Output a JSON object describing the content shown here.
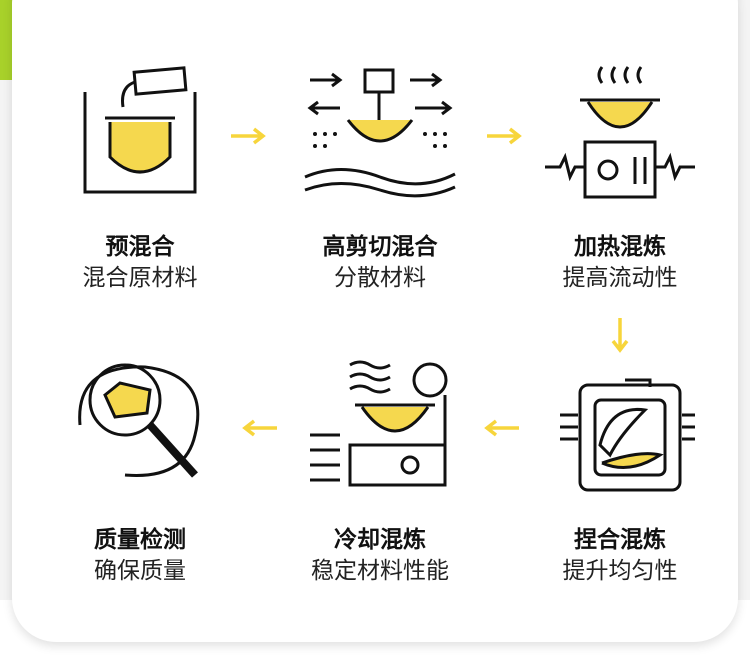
{
  "steps": [
    {
      "title": "预混合",
      "subtitle": "混合原材料"
    },
    {
      "title": "高剪切混合",
      "subtitle": "分散材料"
    },
    {
      "title": "加热混炼",
      "subtitle": "提高流动性"
    },
    {
      "title": "捏合混炼",
      "subtitle": "提升均匀性"
    },
    {
      "title": "冷却混炼",
      "subtitle": "稳定材料性能"
    },
    {
      "title": "质量检测",
      "subtitle": "确保质量"
    }
  ],
  "colors": {
    "accent": "#f7d53c",
    "fill": "#f5d84e",
    "ink": "#111111",
    "corner": "#a8d12a"
  }
}
